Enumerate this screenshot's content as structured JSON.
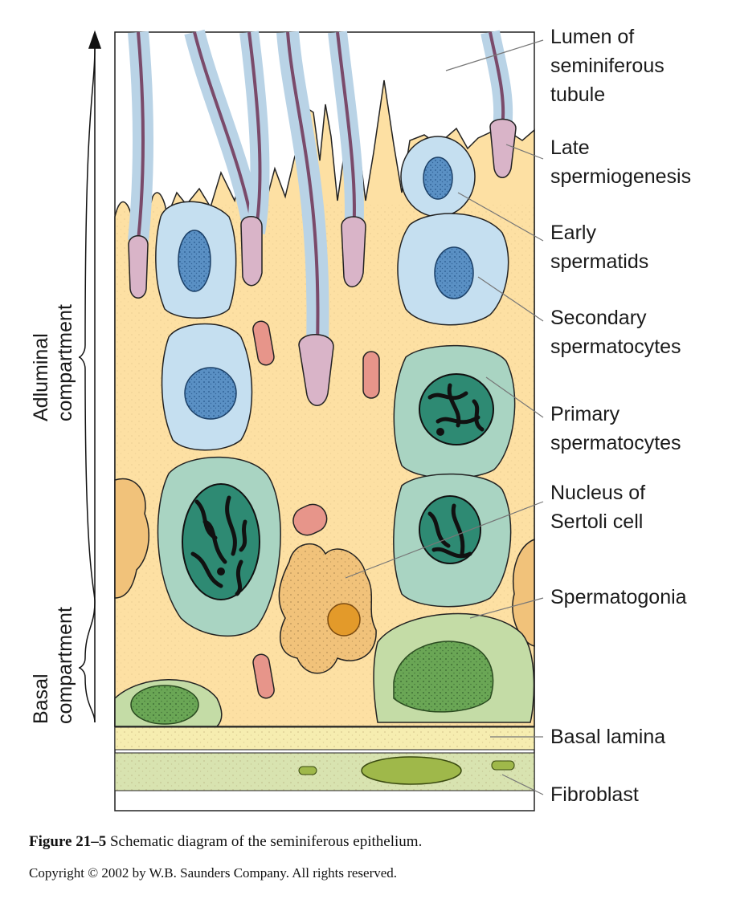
{
  "labels": {
    "lumen_line1": "Lumen of",
    "lumen_line2": "seminiferous",
    "lumen_line3": "tubule",
    "late_line1": "Late",
    "late_line2": "spermiogenesis",
    "early_line1": "Early",
    "early_line2": "spermatids",
    "secondary_line1": "Secondary",
    "secondary_line2": "spermatocytes",
    "primary_line1": "Primary",
    "primary_line2": "spermatocytes",
    "sertoli_line1": "Nucleus of",
    "sertoli_line2": "Sertoli cell",
    "spermatogonia": "Spermatogonia",
    "basal_lamina": "Basal lamina",
    "fibroblast": "Fibroblast"
  },
  "compartments": {
    "adluminal_line1": "Adluminal",
    "adluminal_line2": "compartment",
    "basal_line1": "Basal",
    "basal_line2": "compartment"
  },
  "caption": {
    "figure_number": "Figure 21–5",
    "text": " Schematic diagram of the seminiferous epithelium."
  },
  "copyright": "Copyright © 2002 by W.B. Saunders Company. All rights reserved.",
  "colors": {
    "sertoli_cytoplasm": "#fde0a3",
    "spermatid_blue": "#c5dff0",
    "spermatocyte_teal": "#a9d4c2",
    "spermatogonia_green": "#c4dca6",
    "sperm_head_pink": "#d9b4c8",
    "sertoli_nucleus": "#f1c27a",
    "basal_lamina": "#f6edb0",
    "fibroblast_layer": "#d8e3b0"
  }
}
